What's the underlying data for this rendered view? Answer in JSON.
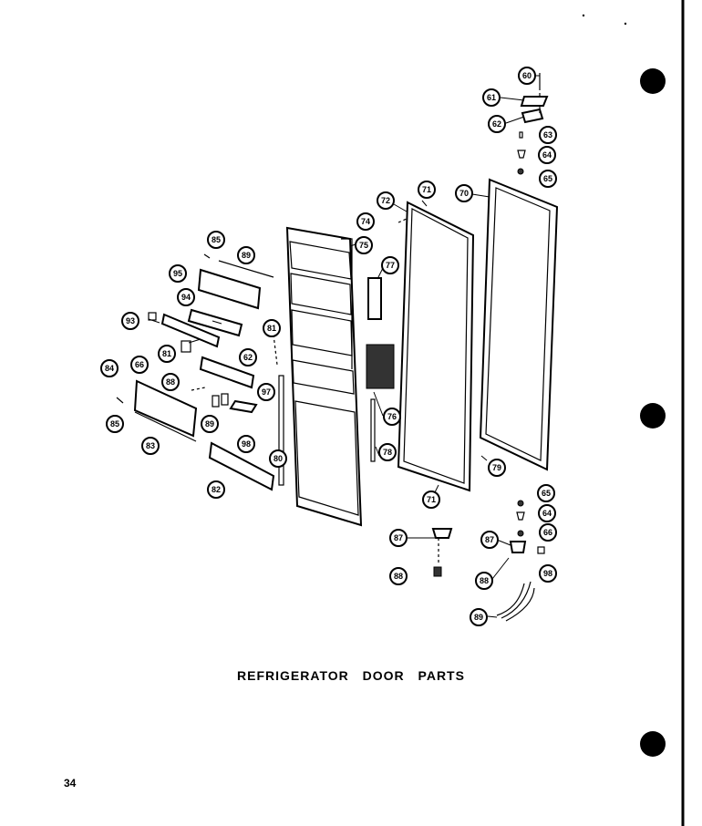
{
  "title": "REFRIGERATOR DOOR PARTS",
  "page_number": "34",
  "callouts": [
    "60",
    "61",
    "62",
    "63",
    "64",
    "65",
    "70",
    "71",
    "72",
    "74",
    "75",
    "77",
    "78",
    "79",
    "71",
    "65",
    "64",
    "66",
    "98",
    "87",
    "88",
    "87",
    "89",
    "88",
    "76",
    "80",
    "97",
    "98",
    "81",
    "82",
    "66",
    "88",
    "89",
    "84",
    "85",
    "83",
    "62",
    "93",
    "94",
    "95",
    "89",
    "85",
    "81"
  ],
  "colors": {
    "ink": "#000000",
    "paper": "#ffffff"
  }
}
